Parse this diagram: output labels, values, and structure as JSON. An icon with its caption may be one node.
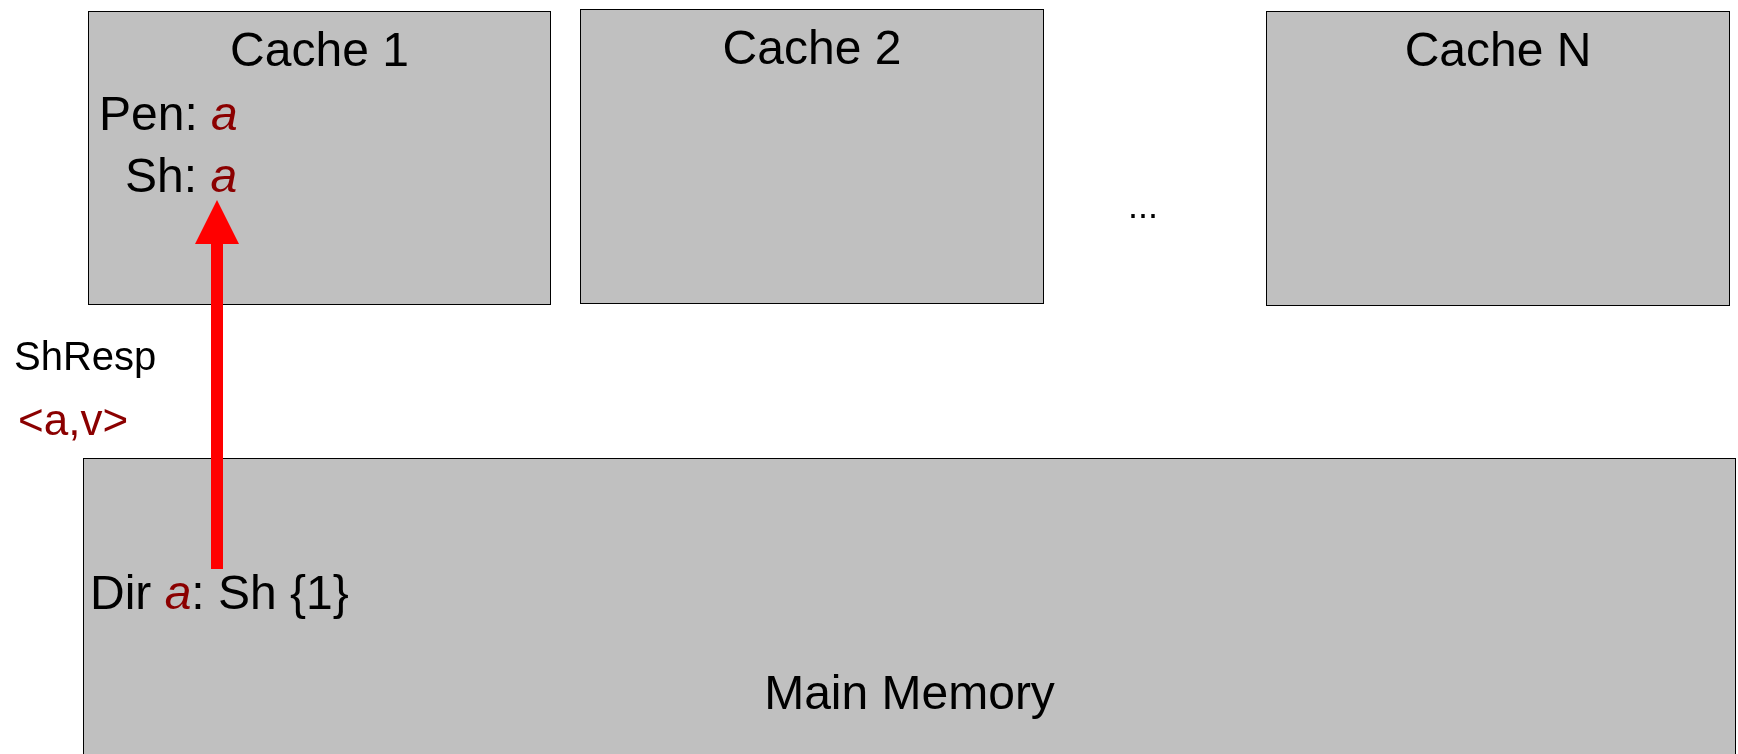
{
  "diagram": {
    "nodes": [
      {
        "text": [
          "Cache 1"
        ]
      },
      {
        "text": [
          "Pen: *a*"
        ],
        "in": 0
      },
      {
        "text": [
          "Sh: *a*"
        ],
        "in": 0
      },
      {
        "text": [
          "Cache 2"
        ]
      },
      {
        "text": [
          "Cache N"
        ]
      },
      {
        "text": [
          "Main Memory"
        ]
      },
      {
        "text": [
          "Dir *a*: Sh {1}"
        ],
        "in": 5
      }
    ],
    "edges": [
      {
        "from": 6,
        "to": 2,
        "arrow": "to",
        "label": "ShResp",
        "color": "#ff0000"
      }
    ],
    "labels": [
      "...",
      "<a,v>"
    ]
  }
}
